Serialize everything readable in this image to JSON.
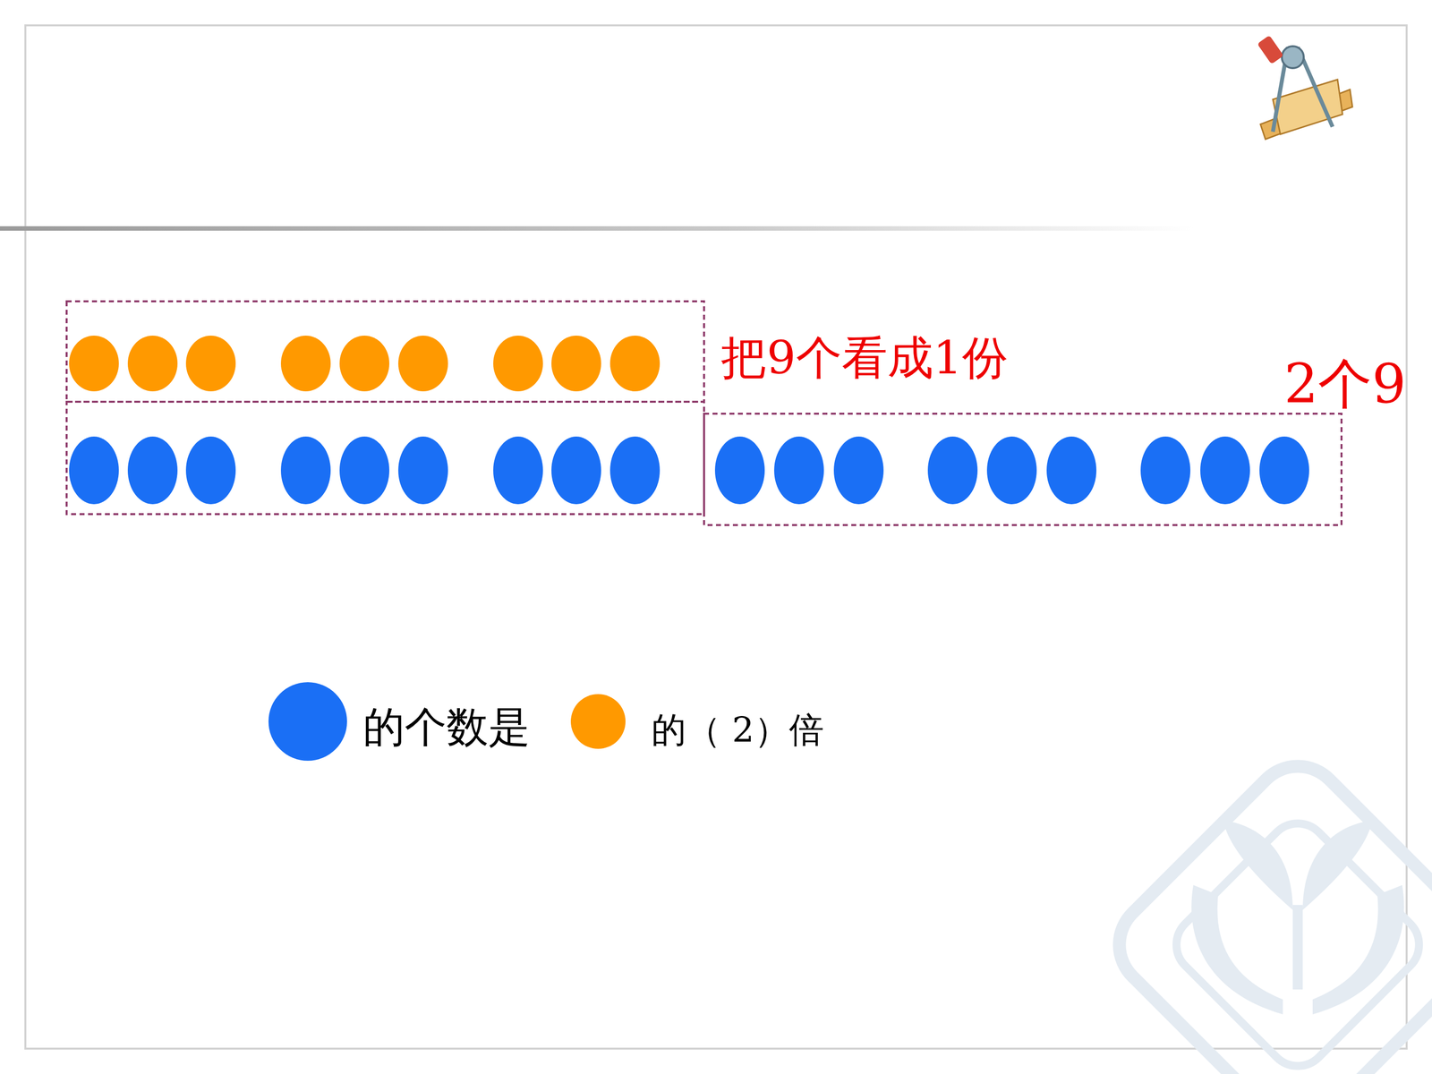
{
  "diagram": {
    "labels": [
      "把9个看成1份",
      "2个9",
      "的个数是",
      "的（ 2）倍"
    ]
  }
}
